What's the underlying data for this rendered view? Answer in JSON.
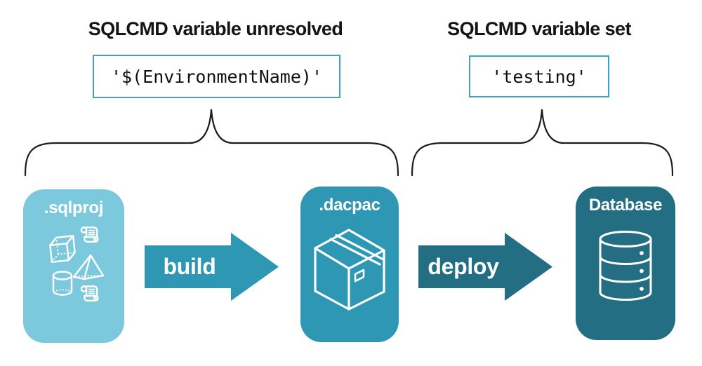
{
  "annotations": {
    "left": {
      "heading": "SQLCMD variable unresolved",
      "code": "'$(EnvironmentName)'"
    },
    "right": {
      "heading": "SQLCMD variable set",
      "code": "'testing'"
    }
  },
  "pipeline": {
    "nodes": [
      {
        "id": "sqlproj",
        "label": ".sqlproj",
        "color": "#7cc8dc",
        "icons": [
          "script-icon",
          "cube-icon",
          "pyramid-icon",
          "cylinder-icon",
          "script-icon"
        ]
      },
      {
        "id": "dacpac",
        "label": ".dacpac",
        "color": "#2e97b4",
        "icons": [
          "package-icon"
        ]
      },
      {
        "id": "database",
        "label": "Database",
        "color": "#246e84",
        "icons": [
          "database-cylinder-icon"
        ]
      }
    ],
    "arrows": [
      {
        "label": "build",
        "color": "#2e97b4"
      },
      {
        "label": "deploy",
        "color": "#246e84"
      }
    ]
  },
  "colors": {
    "background": "#ffffff",
    "code_box_border": "#3aa4c5",
    "heading_text": "#141414",
    "code_text": "#101010",
    "brace_stroke": "#1c1c1c",
    "icon_stroke": "#ffffff",
    "node_label_text": "#ffffff",
    "arrow_label_text": "#ffffff"
  }
}
